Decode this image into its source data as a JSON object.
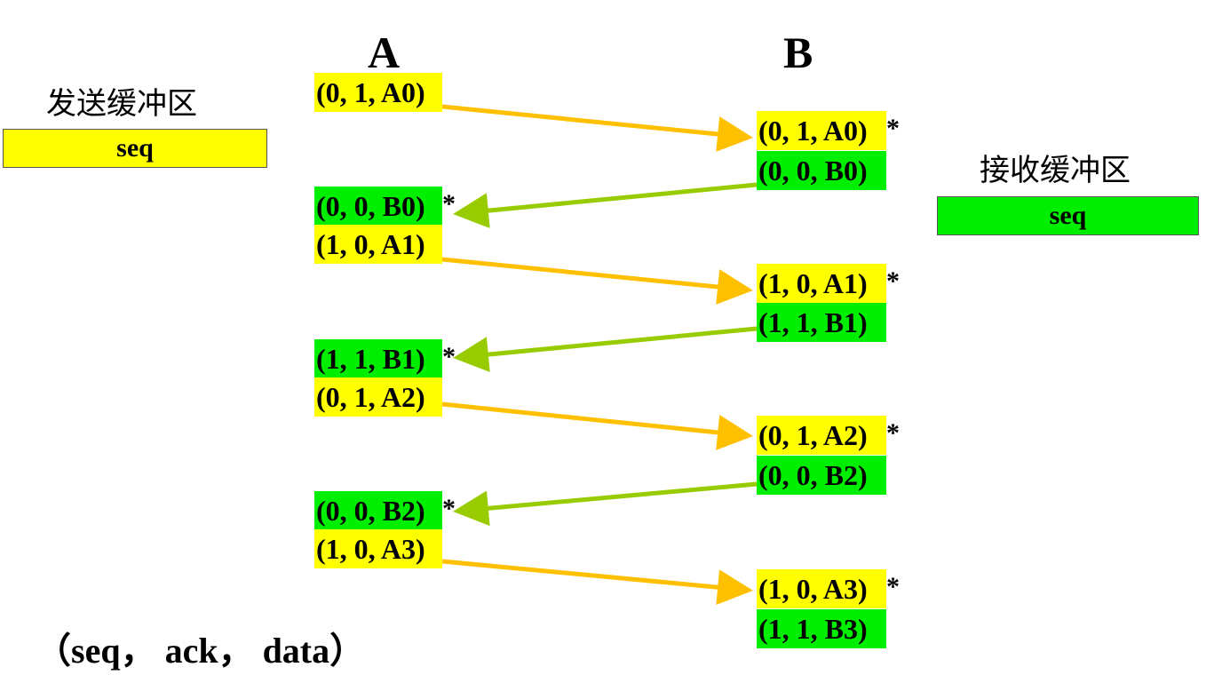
{
  "headers": {
    "a": "A",
    "b": "B"
  },
  "send_buffer": {
    "title": "发送缓冲区",
    "label": "seq"
  },
  "recv_buffer": {
    "title": "接收缓冲区",
    "label": "seq"
  },
  "colors": {
    "yellow": "#ffff00",
    "green": "#00ee00",
    "orange_arrow": "#ffc000",
    "green_arrow": "#99cc00"
  },
  "a_packets": [
    {
      "label": "(0, 1, A0)",
      "mark": ""
    },
    {
      "label": "(0, 0, B0)",
      "mark": "*"
    },
    {
      "label": "(1, 0, A1)",
      "mark": ""
    },
    {
      "label": "(1, 1, B1)",
      "mark": "*"
    },
    {
      "label": "(0, 1, A2)",
      "mark": ""
    },
    {
      "label": "(0, 0, B2)",
      "mark": "*"
    },
    {
      "label": "(1, 0, A3)",
      "mark": ""
    }
  ],
  "b_packets": [
    {
      "label": "(0, 1, A0)",
      "mark": "*"
    },
    {
      "label": "(0, 0, B0)",
      "mark": ""
    },
    {
      "label": "(1, 0, A1)",
      "mark": "*"
    },
    {
      "label": "(1, 1, B1)",
      "mark": ""
    },
    {
      "label": "(0, 1, A2)",
      "mark": "*"
    },
    {
      "label": "(0, 0, B2)",
      "mark": ""
    },
    {
      "label": "(1, 0, A3)",
      "mark": "*"
    },
    {
      "label": "(1, 1, B3)",
      "mark": ""
    }
  ],
  "legend": "（seq， ack， data）"
}
